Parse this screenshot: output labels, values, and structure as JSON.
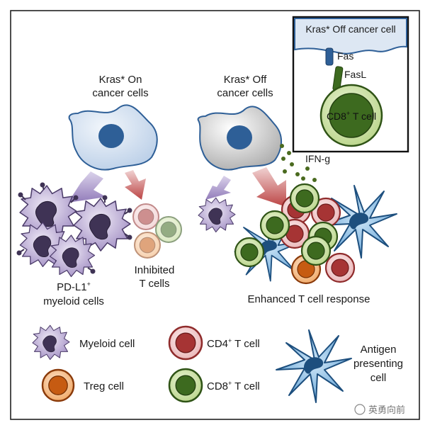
{
  "kras_on": {
    "line1": "Kras* On",
    "line2": "cancer cells"
  },
  "kras_off": {
    "line1": "Kras* Off",
    "line2": "cancer cells"
  },
  "inset": {
    "cancer_label": "Kras* Off cancer cell",
    "fas": "Fas",
    "fasl": "FasL",
    "cd8_label": "CD8",
    "cd8_sup": "+",
    "cd8_rest": " T cell"
  },
  "ifn_label": "IFN-g",
  "pdl1": {
    "line1": "PD-L1",
    "sup": "+",
    "line2": "myeloid cells"
  },
  "inhibited": {
    "line1": "Inhibited",
    "line2": "T cells"
  },
  "enhanced": "Enhanced T cell response",
  "legend": {
    "myeloid": "Myeloid cell",
    "cd4_a": "CD4",
    "cd4_sup": "+",
    "cd4_b": " T cell",
    "treg": "Treg cell",
    "cd8_a": "CD8",
    "cd8_sup": "+",
    "cd8_b": " T cell",
    "apc_1": "Antigen",
    "apc_2": "presenting",
    "apc_3": "cell"
  },
  "watermark": "英勇向前",
  "colors": {
    "cancer_fill": "#dfe9f5",
    "nucleus": "#2e5f97",
    "myeloid_fill": "#b6a6d0",
    "myeloid_nucleus": "#3f3355",
    "cd4_outer": "#f2c7c8",
    "cd4_inner": "#a63434",
    "cd8_outer": "#cfe3a8",
    "cd8_inner": "#3d6a1f",
    "treg_outer": "#f7c79b",
    "treg_inner": "#c65b12",
    "apc_fill": "#5fa4d9",
    "apc_nucleus": "#1d4f7e",
    "ifn_dots": "#4a6a1f"
  }
}
